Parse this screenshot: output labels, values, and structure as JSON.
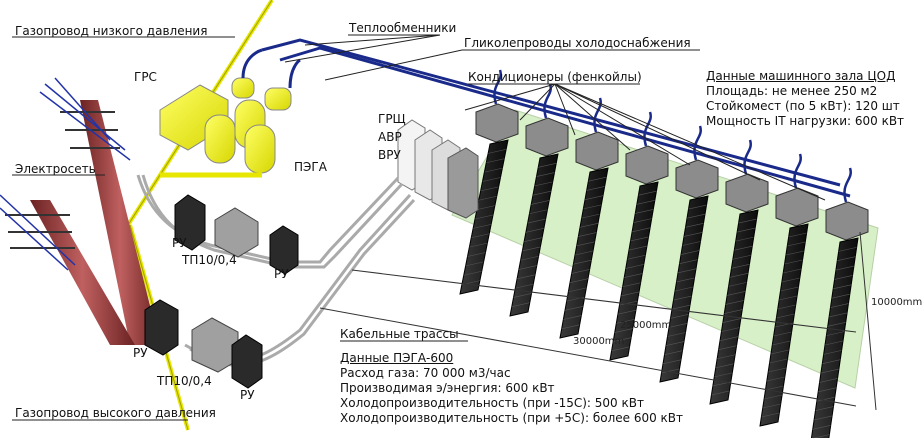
{
  "labels": {
    "gas_low": "Газопровод низкого давления",
    "heat_exchangers": "Теплообменники",
    "glycol_lines": "Гликолепроводы холодоснабжения",
    "grs": "ГРС",
    "conditioners": "Кондиционеры (фенкойлы)",
    "grsch": "ГРЩ",
    "avr": "АВР",
    "vru": "ВРУ",
    "pega": "ПЭГА",
    "power_grid": "Электросеть",
    "ru_1": "РУ",
    "tp_1": "ТП10/0,4",
    "ru_2": "РУ",
    "cable_routes": "Кабельные трассы",
    "ru_3": "РУ",
    "tp_2": "ТП10/0,4",
    "ru_4": "РУ",
    "gas_high": "Газопровод высокого давления"
  },
  "machine_room": {
    "title": "Данные машинного зала ЦОД",
    "lines": [
      "Площадь: не менее 250 м2",
      "Стойкомест (по 5 кВт): 120 шт",
      "Мощность IT нагрузки: 600 кВт"
    ]
  },
  "pega_data": {
    "title": "Данные ПЭГА-600",
    "lines": [
      "Расход газа: 70 000 м3/час",
      "Производимая э/энергия: 600 кВт",
      "Холодопроизводительность (при -15С): 500 кВт",
      "Холодопроизводительность (при +5С): более 600 кВт"
    ]
  },
  "dimensions": {
    "depth": "10000mm",
    "inner_length": "25000mm",
    "outer_length": "30000mm"
  },
  "colors": {
    "gas_pipe": "#e6e600",
    "glycol_pipe": "#1a2a8a",
    "floor": "#d8f0c8",
    "rack": "#1a1a1a",
    "tower": "#8a3a3a"
  }
}
